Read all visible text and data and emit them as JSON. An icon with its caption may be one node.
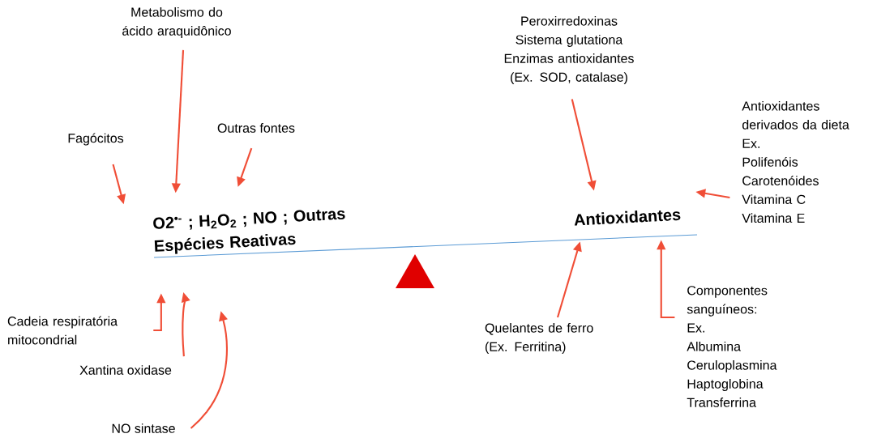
{
  "diagram": {
    "nodes": [
      {
        "text": [
          "Metabolismo do ácido araquidônico"
        ]
      },
      {
        "text": [
          "Fagócitos"
        ]
      },
      {
        "text": [
          "Outras fontes"
        ]
      },
      {
        "text": [
          "O2$^{•-}$ ; H$_{2}$O$_{2}$ ; NO ; Outras Espécies Reativas"
        ]
      },
      {
        "text": [
          "Cadeia respiratória mitocondrial"
        ]
      },
      {
        "text": [
          "Xantina oxidase"
        ]
      },
      {
        "text": [
          "NO sintase"
        ]
      },
      {
        "text": [
          "Peroxirredoxinas",
          "Sistema glutationa",
          "Enzimas antioxidantes (Ex. SOD, catalase)"
        ]
      },
      {
        "text": [
          "Antioxidantes"
        ]
      },
      {
        "text": [
          "Antioxidantes derivados da dieta",
          "Ex.",
          "Polifenóis",
          "Carotenóides",
          "Vitamina C",
          "Vitamina E"
        ]
      },
      {
        "text": [
          "Quelantes de ferro (Ex. Ferritina)"
        ]
      },
      {
        "text": [
          "Componentes sanguíneos:",
          "Ex.",
          "Albumina",
          "Ceruloplasmina",
          "Haptoglobina",
          "Transferrina"
        ]
      }
    ],
    "edges": [
      {
        "from": 0,
        "to": 3,
        "arrow": "to"
      },
      {
        "from": 1,
        "to": 3,
        "arrow": "to"
      },
      {
        "from": 2,
        "to": 3,
        "arrow": "to"
      },
      {
        "from": 4,
        "to": 3,
        "arrow": "to"
      },
      {
        "from": 5,
        "to": 3,
        "arrow": "to"
      },
      {
        "from": 6,
        "to": 3,
        "arrow": "to"
      },
      {
        "from": 7,
        "to": 8,
        "arrow": "to"
      },
      {
        "from": 9,
        "to": 8,
        "arrow": "to"
      },
      {
        "from": 10,
        "to": 8,
        "arrow": "to"
      },
      {
        "from": 11,
        "to": 8,
        "arrow": "to"
      }
    ]
  }
}
